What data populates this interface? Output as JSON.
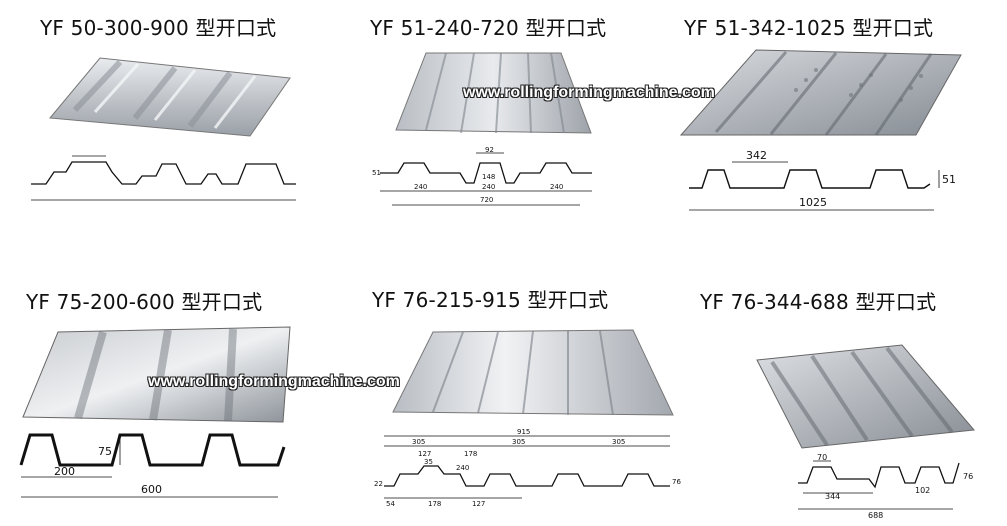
{
  "panels": [
    {
      "title": "YF 50-300-900 型开口式",
      "dims": {
        "pitch": "",
        "width": ""
      }
    },
    {
      "title": "YF 51-240-720 型开口式",
      "dims": {
        "top": "92",
        "mid": "148",
        "pitch1": "240",
        "pitch2": "240",
        "pitch3": "240",
        "total": "720",
        "height": "51"
      }
    },
    {
      "title": "YF 51-342-1025 型开口式",
      "dims": {
        "pitch": "342",
        "total": "1025",
        "height": "51"
      }
    },
    {
      "title": "YF 75-200-600 型开口式",
      "dims": {
        "pitch": "200",
        "total": "600",
        "height": "75"
      }
    },
    {
      "title": "YF 76-215-915 型开口式",
      "dims": {
        "total": "915",
        "p1": "305",
        "p2": "305",
        "p3": "305",
        "a": "127",
        "b": "178",
        "c": "35",
        "d": "240",
        "e": "54",
        "f": "178",
        "g": "127",
        "h": "22",
        "height": "76"
      }
    },
    {
      "title": "YF 76-344-688 型开口式",
      "dims": {
        "top": "70",
        "pitch": "344",
        "mid": "102",
        "total": "688",
        "height": "76"
      }
    }
  ],
  "watermark": "www.rollingformingmachine.com",
  "colors": {
    "metal_light": "#dcdfe4",
    "metal_dark": "#8c9198",
    "line": "#111111"
  }
}
